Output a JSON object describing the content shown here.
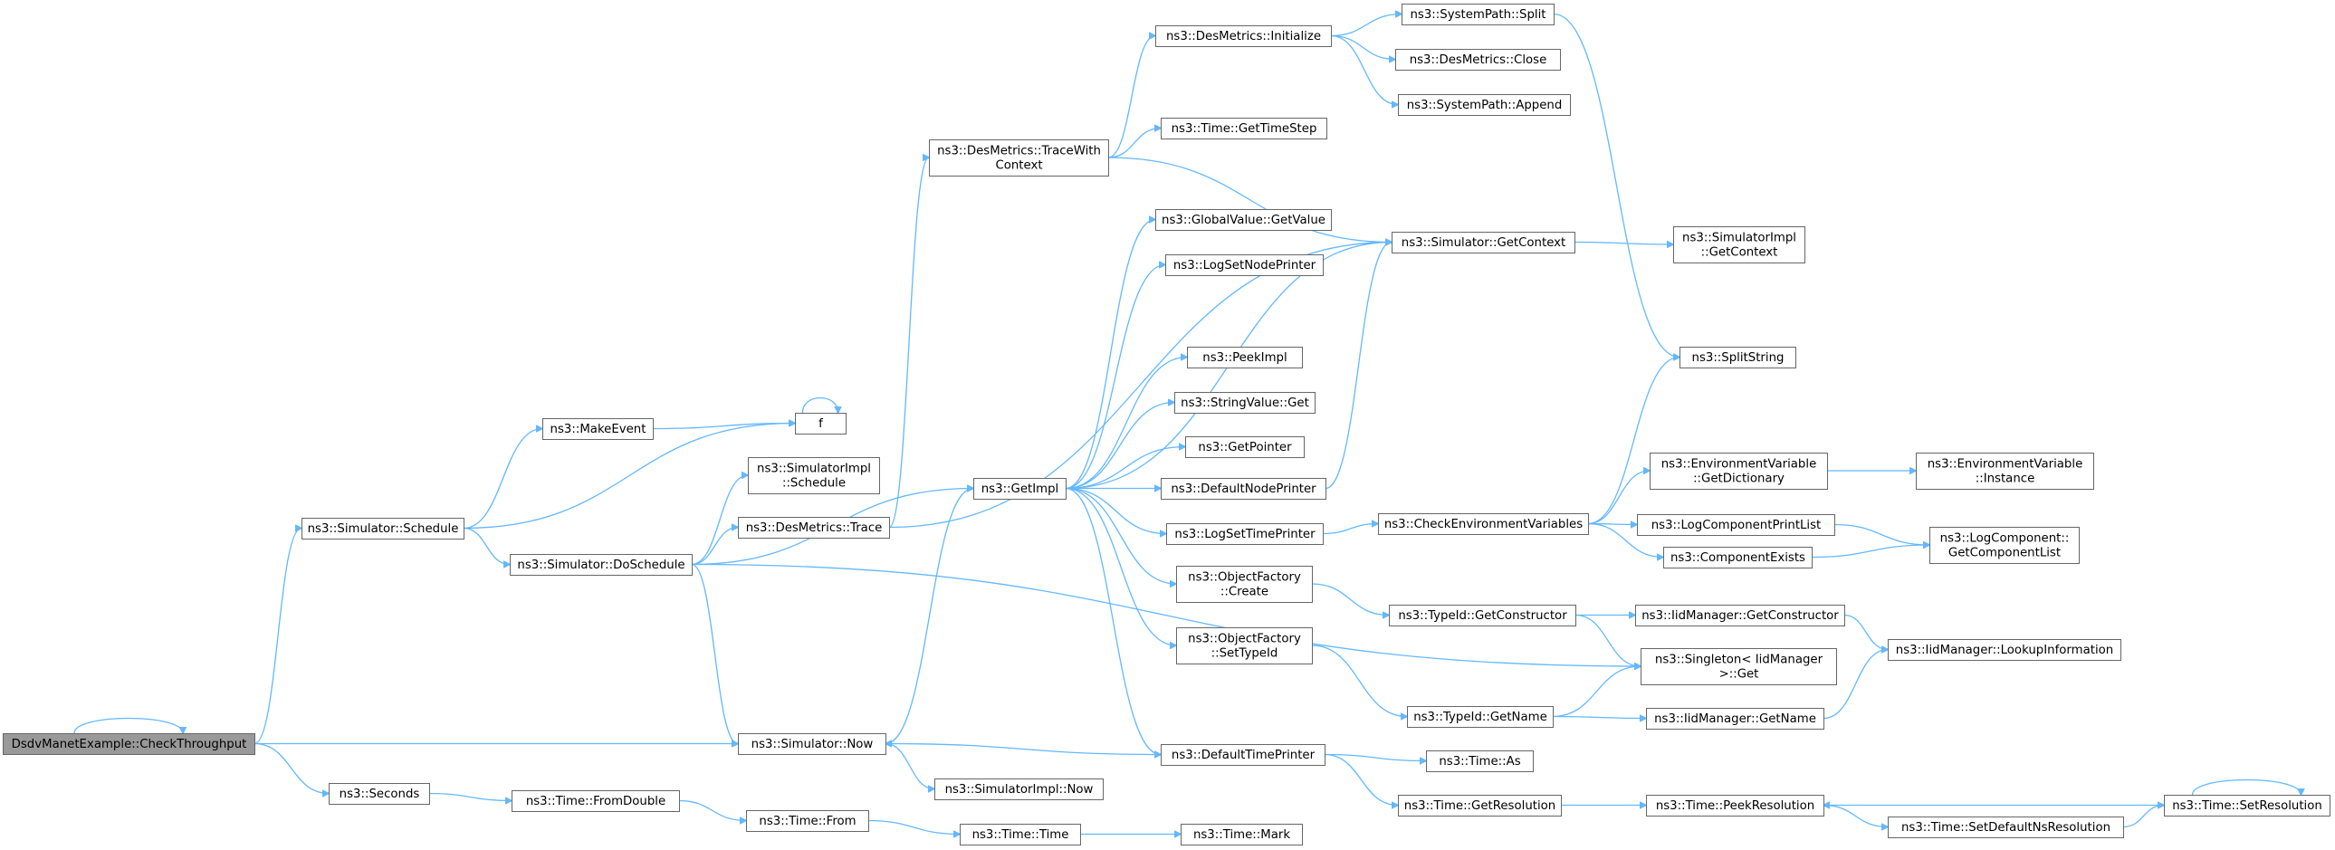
{
  "diagram": {
    "type": "call-graph",
    "colors": {
      "edge": "#63b8ff",
      "node_border": "#666666",
      "root_fill": "#999999",
      "node_fill": "#ffffff"
    },
    "nodes": {
      "root": [
        "DsdvManetExample::CheckThroughput"
      ],
      "sched": [
        "ns3::Simulator::Schedule"
      ],
      "makeevent": [
        "ns3::MakeEvent"
      ],
      "f": [
        "f"
      ],
      "dosched": [
        "ns3::Simulator::DoSchedule"
      ],
      "simimplsched": [
        "ns3::SimulatorImpl",
        "::Schedule"
      ],
      "dmtrace": [
        "ns3::DesMetrics::Trace"
      ],
      "dmtracectx": [
        "ns3::DesMetrics::TraceWith",
        "Context"
      ],
      "dminit": [
        "ns3::DesMetrics::Initialize"
      ],
      "timestep": [
        "ns3::Time::GetTimeStep"
      ],
      "spsplit": [
        "ns3::SystemPath::Split"
      ],
      "dmclose": [
        "ns3::DesMetrics::Close"
      ],
      "spappend": [
        "ns3::SystemPath::Append"
      ],
      "getimpl": [
        "ns3::GetImpl"
      ],
      "gvgetvalue": [
        "ns3::GlobalValue::GetValue"
      ],
      "logsetnode": [
        "ns3::LogSetNodePrinter"
      ],
      "peekimpl": [
        "ns3::PeekImpl"
      ],
      "stringget": [
        "ns3::StringValue::Get"
      ],
      "getpointer": [
        "ns3::GetPointer"
      ],
      "defnodeprinter": [
        "ns3::DefaultNodePrinter"
      ],
      "logsettime": [
        "ns3::LogSetTimePrinter"
      ],
      "ofcreate": [
        "ns3::ObjectFactory",
        "::Create"
      ],
      "ofsettypeid": [
        "ns3::ObjectFactory",
        "::SetTypeId"
      ],
      "deftimeprinter": [
        "ns3::DefaultTimePrinter"
      ],
      "simgetctx": [
        "ns3::Simulator::GetContext"
      ],
      "simimplgetctx": [
        "ns3::SimulatorImpl",
        "::GetContext"
      ],
      "splitstring": [
        "ns3::SplitString"
      ],
      "checkenv": [
        "ns3::CheckEnvironmentVariables"
      ],
      "envgetdict": [
        "ns3::EnvironmentVariable",
        "::GetDictionary"
      ],
      "envinstance": [
        "ns3::EnvironmentVariable",
        "::Instance"
      ],
      "logcompprint": [
        "ns3::LogComponentPrintList"
      ],
      "compexists": [
        "ns3::ComponentExists"
      ],
      "logcompget": [
        "ns3::LogComponent::",
        "GetComponentList"
      ],
      "typeidgetctor": [
        "ns3::TypeId::GetConstructor"
      ],
      "iidgetctor": [
        "ns3::IidManager::GetConstructor"
      ],
      "iidlookup": [
        "ns3::IidManager::LookupInformation"
      ],
      "singleton": [
        "ns3::Singleton< IidManager",
        " >::Get"
      ],
      "typeidgetname": [
        "ns3::TypeId::GetName"
      ],
      "iidgetname": [
        "ns3::IidManager::GetName"
      ],
      "simnow": [
        "ns3::Simulator::Now"
      ],
      "simimplnow": [
        "ns3::SimulatorImpl::Now"
      ],
      "timeas": [
        "ns3::Time::As"
      ],
      "timegetres": [
        "ns3::Time::GetResolution"
      ],
      "timepeekres": [
        "ns3::Time::PeekResolution"
      ],
      "timesetdefns": [
        "ns3::Time::SetDefaultNsResolution"
      ],
      "timesetres": [
        "ns3::Time::SetResolution"
      ],
      "seconds": [
        "ns3::Seconds"
      ],
      "fromdouble": [
        "ns3::Time::FromDouble"
      ],
      "timefrom": [
        "ns3::Time::From"
      ],
      "timetime": [
        "ns3::Time::Time"
      ],
      "timemark": [
        "ns3::Time::Mark"
      ]
    }
  }
}
